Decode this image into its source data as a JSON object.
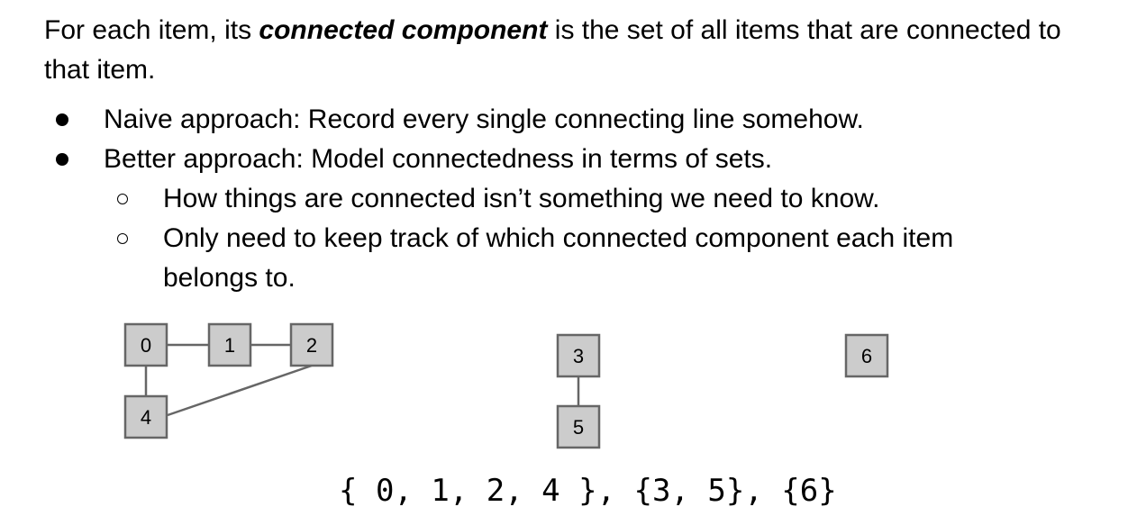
{
  "intro": {
    "prefix": "For each item, its ",
    "emphasis": "connected component",
    "suffix": " is the set of all items that are connected to that item."
  },
  "bullets": [
    {
      "text": "Naive approach: Record every single connecting line somehow.",
      "level": 1
    },
    {
      "text": "Better approach: Model connectedness in terms of sets.",
      "level": 1
    },
    {
      "text": "How things are connected isn’t something we need to know.",
      "level": 2
    },
    {
      "text": "Only need to keep track of which connected component each item",
      "level": 2
    },
    {
      "text": "belongs to.",
      "level": 2,
      "continuation": true
    }
  ],
  "diagram": {
    "nodes": [
      {
        "id": "0",
        "label": "0"
      },
      {
        "id": "1",
        "label": "1"
      },
      {
        "id": "2",
        "label": "2"
      },
      {
        "id": "3",
        "label": "3"
      },
      {
        "id": "4",
        "label": "4"
      },
      {
        "id": "5",
        "label": "5"
      },
      {
        "id": "6",
        "label": "6"
      }
    ],
    "edges": [
      [
        "0",
        "1"
      ],
      [
        "1",
        "2"
      ],
      [
        "0",
        "4"
      ],
      [
        "2",
        "4"
      ],
      [
        "3",
        "5"
      ]
    ],
    "node_fill": "#cccccc",
    "node_stroke": "#666666",
    "edge_color": "#666666"
  },
  "sets_label": "{ 0, 1, 2, 4 }, {3, 5}, {6}"
}
